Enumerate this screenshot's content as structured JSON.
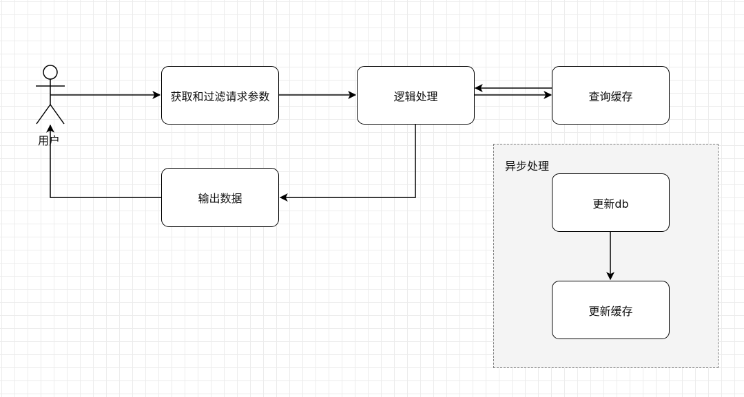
{
  "nodes": {
    "user": "用户",
    "fetch_filter": "获取和过滤请求参数",
    "logic": "逻辑处理",
    "query_cache": "查询缓存",
    "output": "输出数据",
    "update_db": "更新db",
    "update_cache": "更新缓存"
  },
  "groups": {
    "async": "异步处理"
  },
  "edges": [
    {
      "from": "user",
      "to": "fetch_filter"
    },
    {
      "from": "fetch_filter",
      "to": "logic"
    },
    {
      "from": "logic",
      "to": "query_cache"
    },
    {
      "from": "query_cache",
      "to": "logic"
    },
    {
      "from": "logic",
      "to": "output"
    },
    {
      "from": "output",
      "to": "user"
    },
    {
      "from": "update_db",
      "to": "update_cache"
    }
  ],
  "colors": {
    "stroke": "#000000",
    "group_border": "#777777",
    "group_fill": "#f4f4f4",
    "grid": "#ececec"
  }
}
